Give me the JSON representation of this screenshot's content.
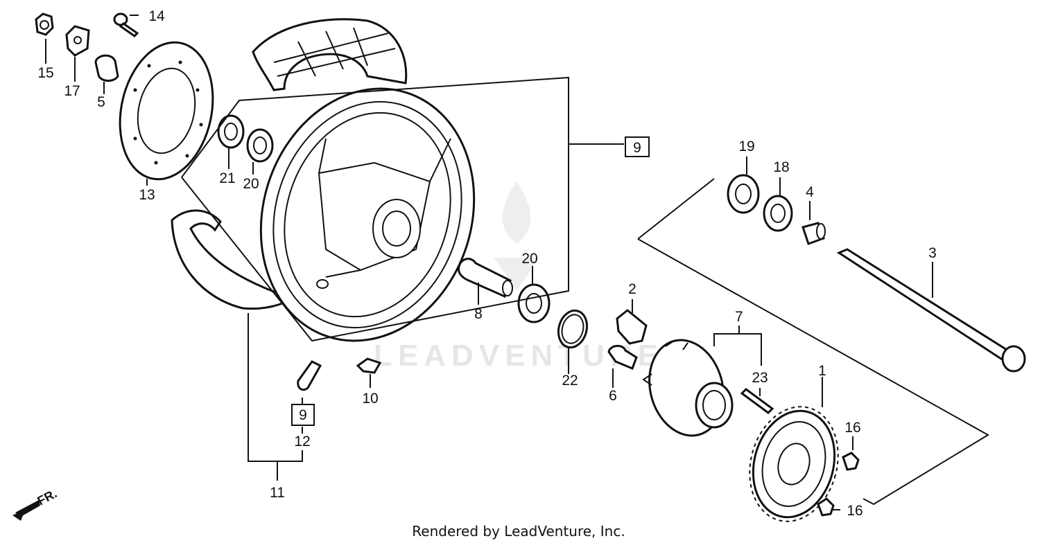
{
  "watermark": "LEADVENTURE",
  "footer": "Rendered by LeadVenture, Inc.",
  "direction": "FR.",
  "callouts": [
    {
      "id": "15",
      "text": "15"
    },
    {
      "id": "17",
      "text": "17"
    },
    {
      "id": "14",
      "text": "14"
    },
    {
      "id": "5",
      "text": "5"
    },
    {
      "id": "13",
      "text": "13"
    },
    {
      "id": "21",
      "text": "21"
    },
    {
      "id": "20a",
      "text": "20"
    },
    {
      "id": "9a",
      "text": "9"
    },
    {
      "id": "19",
      "text": "19"
    },
    {
      "id": "18",
      "text": "18"
    },
    {
      "id": "4",
      "text": "4"
    },
    {
      "id": "3",
      "text": "3"
    },
    {
      "id": "20b",
      "text": "20"
    },
    {
      "id": "8",
      "text": "8"
    },
    {
      "id": "2",
      "text": "2"
    },
    {
      "id": "7",
      "text": "7"
    },
    {
      "id": "22",
      "text": "22"
    },
    {
      "id": "6",
      "text": "6"
    },
    {
      "id": "23",
      "text": "23"
    },
    {
      "id": "1",
      "text": "1"
    },
    {
      "id": "10",
      "text": "10"
    },
    {
      "id": "9b",
      "text": "9"
    },
    {
      "id": "12",
      "text": "12"
    },
    {
      "id": "11",
      "text": "11"
    },
    {
      "id": "16a",
      "text": "16"
    },
    {
      "id": "16b",
      "text": "16"
    }
  ]
}
